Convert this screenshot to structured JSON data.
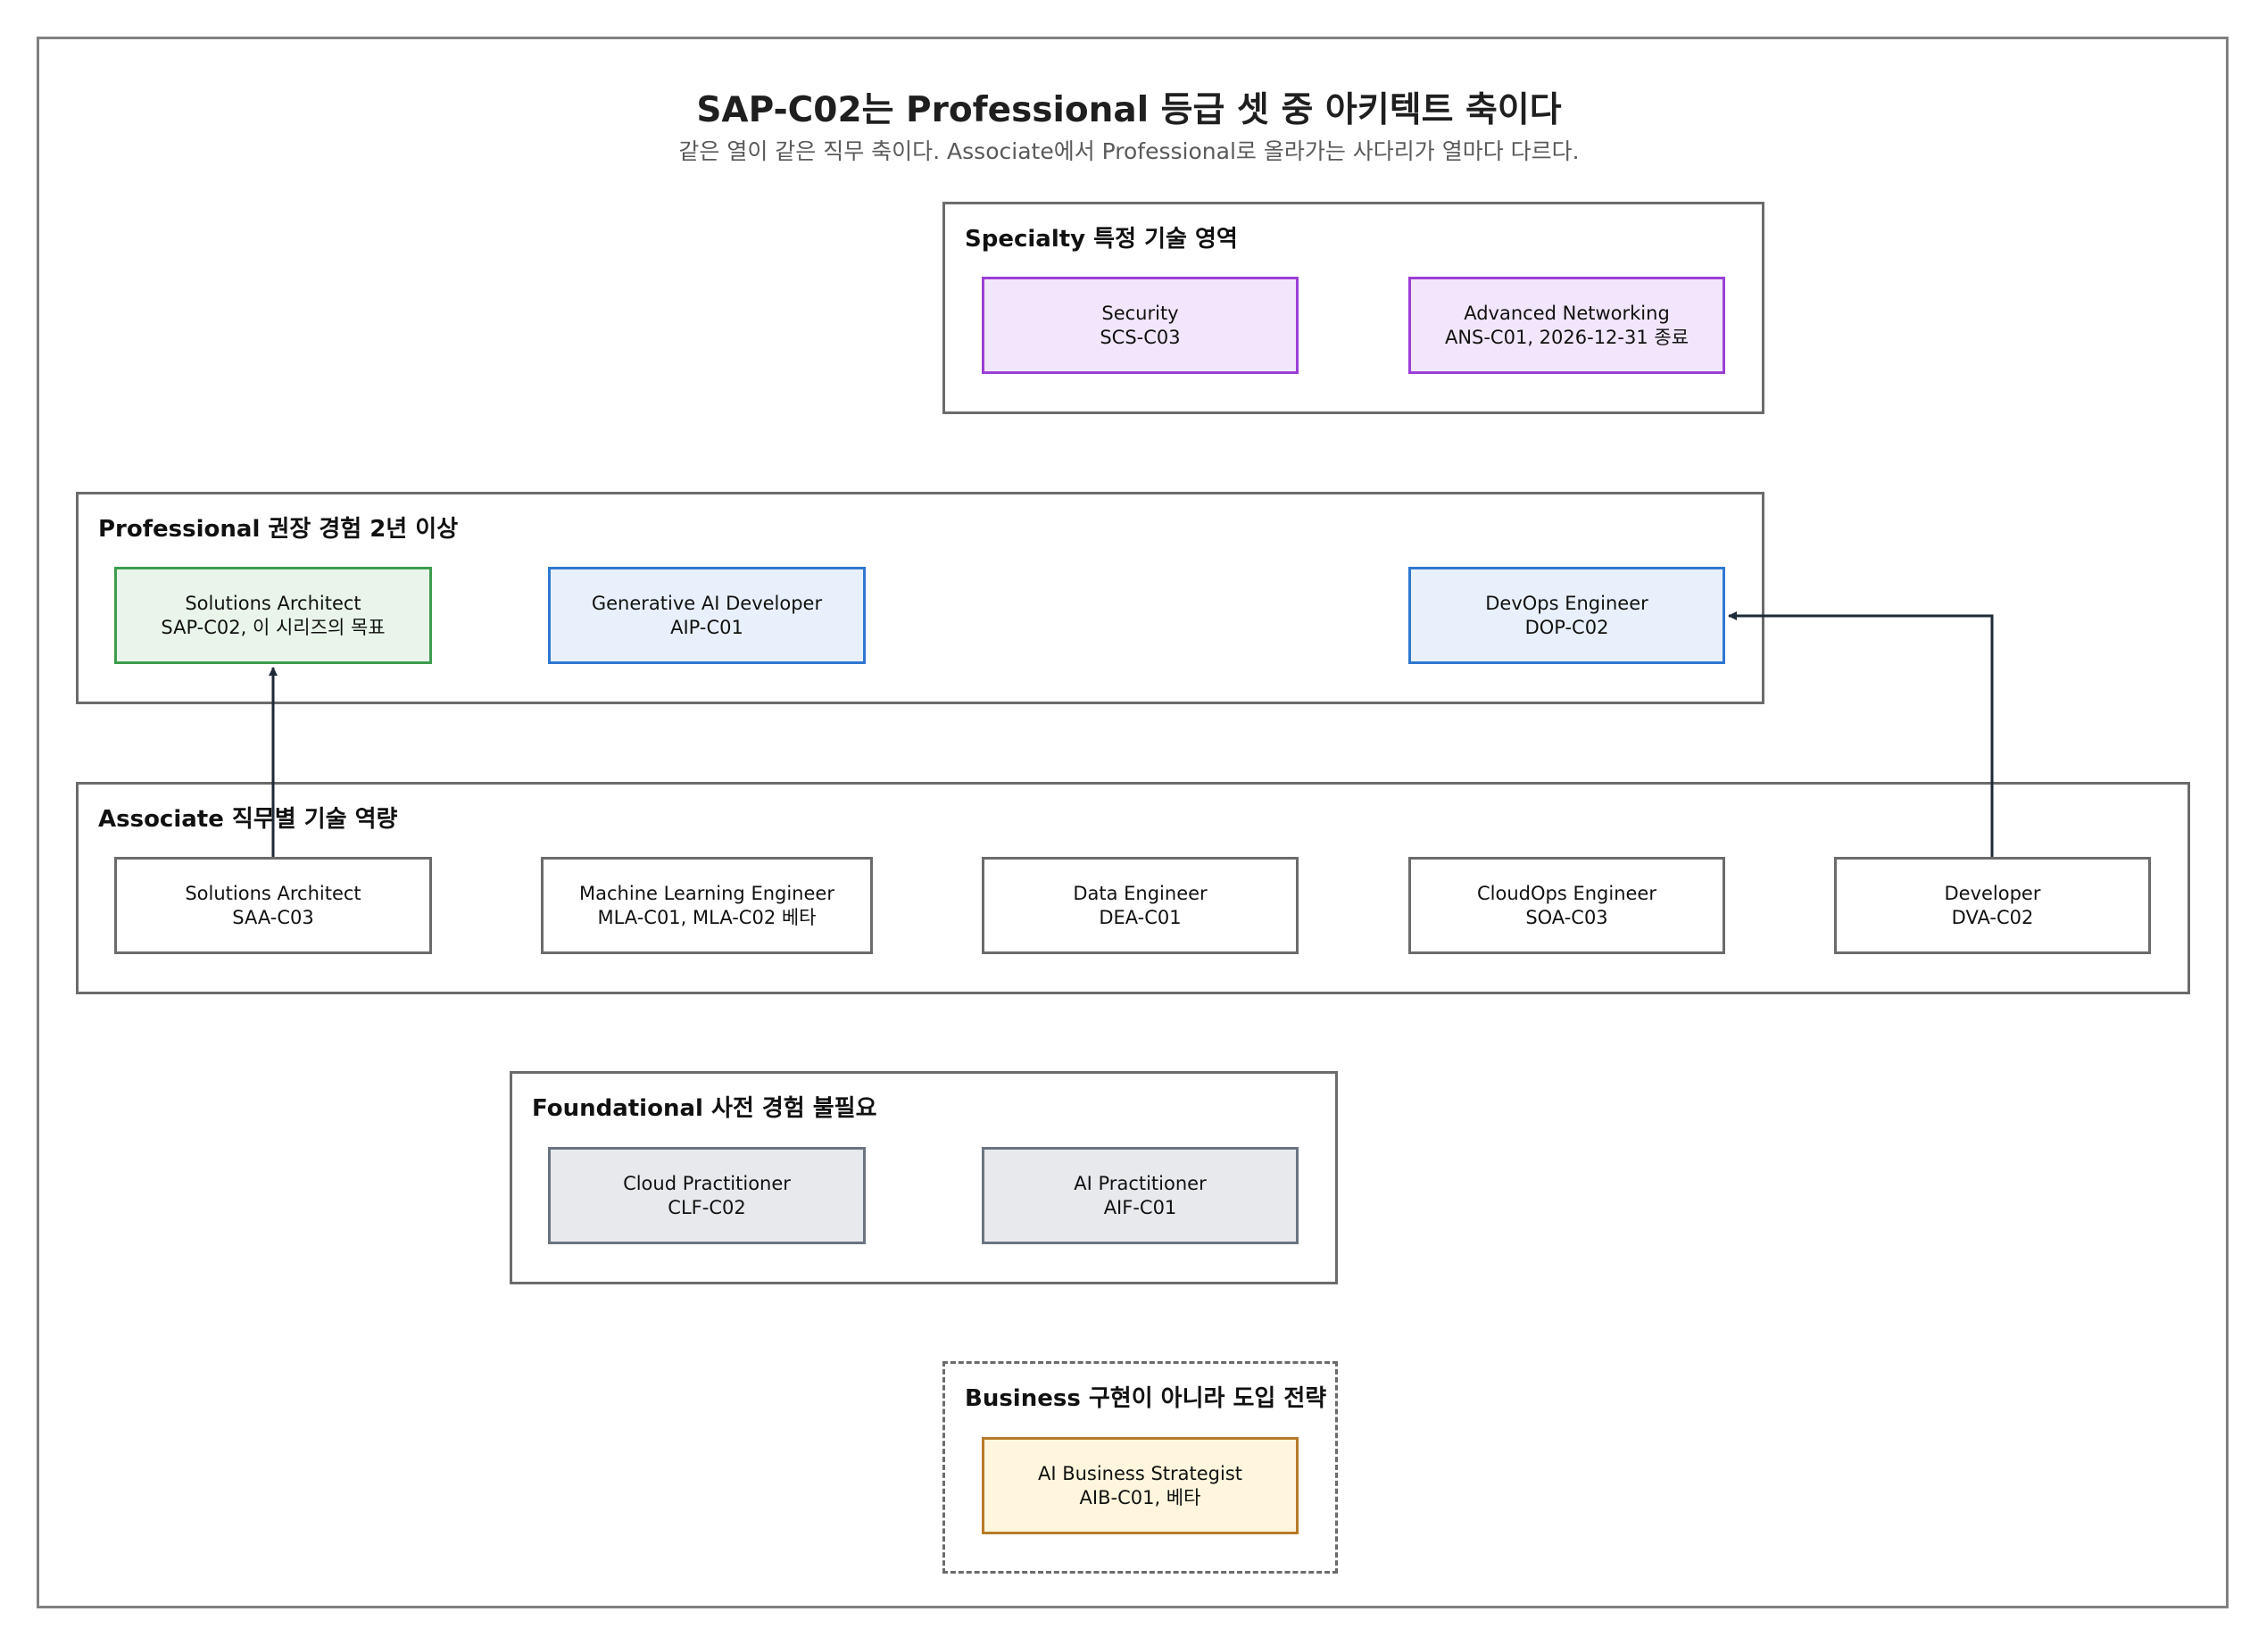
{
  "title": "SAP-C02는 Professional 등급 셋 중 아키텍트 축이다",
  "subtitle": "같은 열이 같은 직무 축이다. Associate에서 Professional로 올라가는 사다리가 열마다 다르다.",
  "groups": {
    "specialty": {
      "label": "Specialty 특정 기술 영역",
      "nodes": [
        {
          "line1": "Security",
          "line2": "SCS-C03"
        },
        {
          "line1": "Advanced Networking",
          "line2": "ANS-C01, 2026-12-31 종료"
        }
      ]
    },
    "professional": {
      "label": "Professional 권장 경험 2년 이상",
      "nodes": [
        {
          "line1": "Solutions Architect",
          "line2": "SAP-C02, 이 시리즈의 목표"
        },
        {
          "line1": "Generative AI Developer",
          "line2": "AIP-C01"
        },
        {
          "line1": "DevOps Engineer",
          "line2": "DOP-C02"
        }
      ]
    },
    "associate": {
      "label": "Associate 직무별 기술 역량",
      "nodes": [
        {
          "line1": "Solutions Architect",
          "line2": "SAA-C03"
        },
        {
          "line1": "Machine Learning Engineer",
          "line2": "MLA-C01, MLA-C02 베타"
        },
        {
          "line1": "Data Engineer",
          "line2": "DEA-C01"
        },
        {
          "line1": "CloudOps Engineer",
          "line2": "SOA-C03"
        },
        {
          "line1": "Developer",
          "line2": "DVA-C02"
        }
      ]
    },
    "foundational": {
      "label": "Foundational 사전 경험 불필요",
      "nodes": [
        {
          "line1": "Cloud Practitioner",
          "line2": "CLF-C02"
        },
        {
          "line1": "AI Practitioner",
          "line2": "AIF-C01"
        }
      ]
    },
    "business": {
      "label": "Business 구현이 아니라 도입 전략",
      "nodes": [
        {
          "line1": "AI Business Strategist",
          "line2": "AIB-C01, 베타"
        }
      ]
    }
  },
  "edges": [
    {
      "from": "Solutions Architect SAA-C03",
      "to": "Solutions Architect SAP-C02"
    },
    {
      "from": "Developer DVA-C02",
      "to": "DevOps Engineer DOP-C02"
    }
  ],
  "colors": {
    "specialty": "#9b3fd6",
    "professional_target": "#3d9c4e",
    "professional": "#2f78d1",
    "foundational": "#6b7480",
    "business": "#b87a28",
    "arrow": "#1e2a38"
  }
}
